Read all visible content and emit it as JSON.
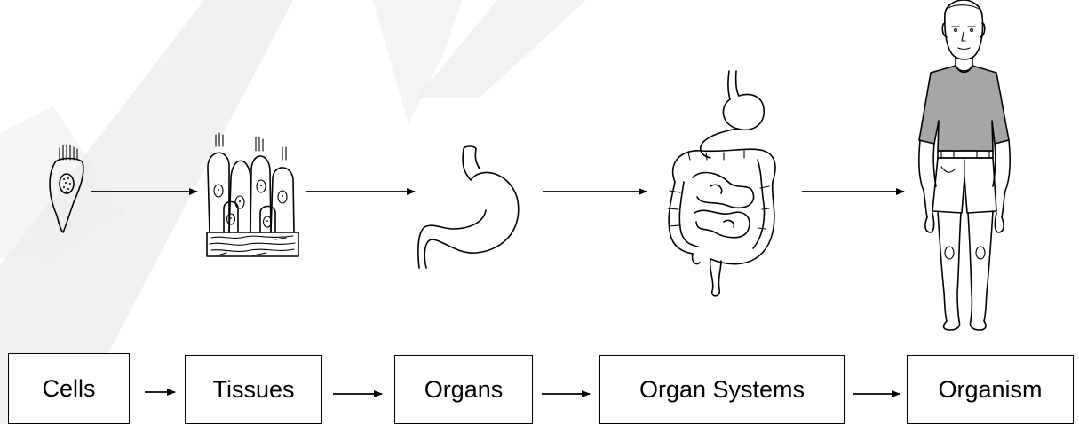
{
  "levels": [
    {
      "label": "Cells"
    },
    {
      "label": "Tissues"
    },
    {
      "label": "Organs"
    },
    {
      "label": "Organ Systems"
    },
    {
      "label": "Organism"
    }
  ],
  "colors": {
    "line": "#000000",
    "watermark": "#eeeeee",
    "shirt": "#a6a6a6",
    "background": "#ffffff"
  }
}
